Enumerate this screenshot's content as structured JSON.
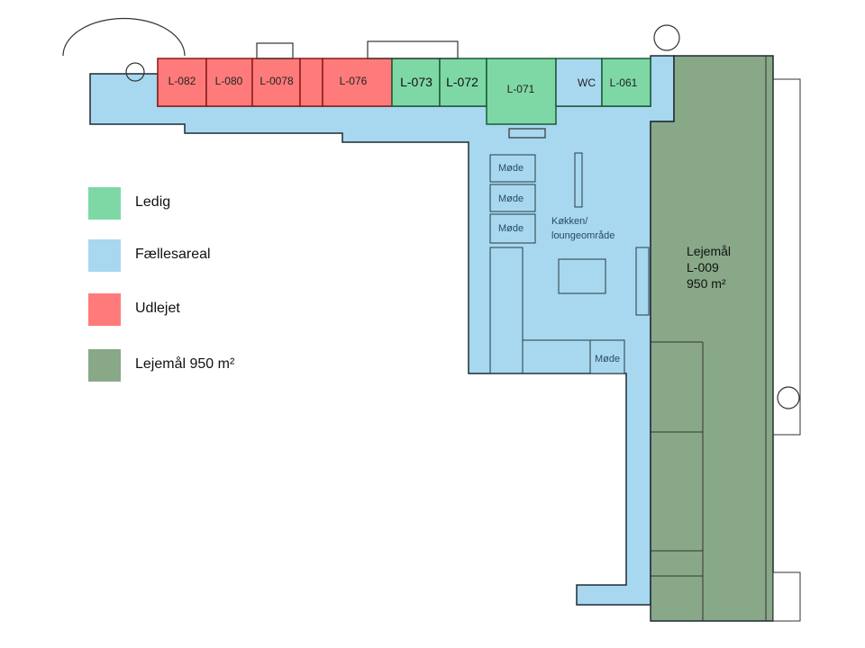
{
  "colors": {
    "ledig": "#7ed8a5",
    "faelles": "#a7d8ef",
    "udlejet": "#ff7b7b",
    "lejemaal": "#88a888"
  },
  "rooms": {
    "l082": "L-082",
    "l080": "L-080",
    "l0078": "L-0078",
    "l076": "L-076",
    "l073": "L-073",
    "l072": "L-072",
    "l071": "L-071",
    "wc": "WC",
    "l061": "L-061"
  },
  "areas": {
    "mode1": "Møde",
    "mode2": "Møde",
    "mode3": "Møde",
    "mode4": "Møde",
    "kitchen_line1": "Køkken/",
    "kitchen_line2": "loungeområde",
    "lease_line1": "Lejemål",
    "lease_line2": "L-009",
    "lease_line3": "950 m²"
  },
  "legend": [
    {
      "label": "Ledig"
    },
    {
      "label": "Fællesareal"
    },
    {
      "label": "Udlejet"
    },
    {
      "label": "Lejemål 950 m²"
    }
  ]
}
